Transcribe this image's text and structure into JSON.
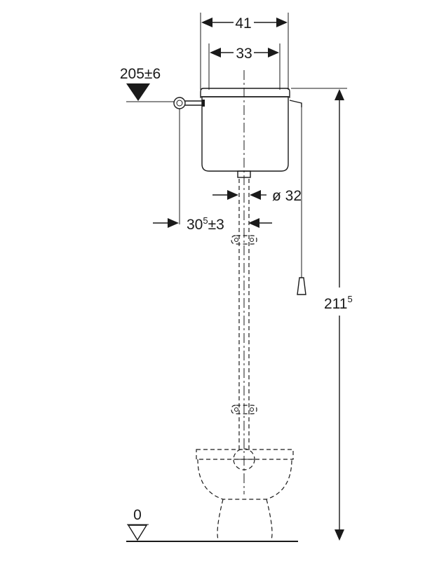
{
  "dimensions": {
    "cistern_outer_width": "41",
    "cistern_inner_width": "33",
    "flush_pipe_diameter": "ø 32",
    "wall_offset_main": "30",
    "wall_offset_sup": "5",
    "wall_offset_tol": "±3",
    "total_height_main": "211",
    "total_height_sup": "5",
    "inlet_height": "205±6",
    "floor_level": "0"
  }
}
